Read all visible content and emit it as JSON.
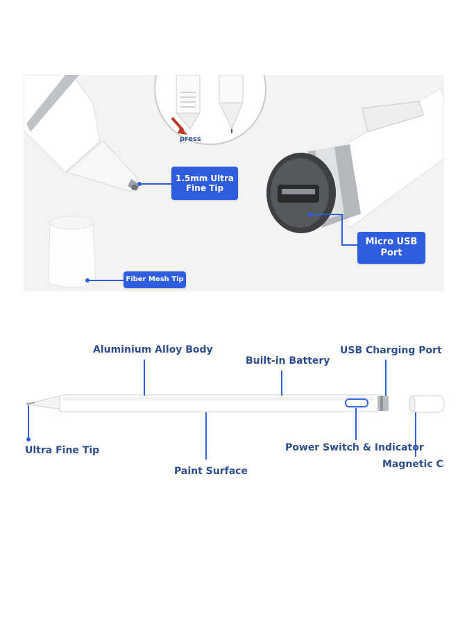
{
  "closeups": {
    "press_label": "press",
    "tip_badge": "1.5mm Ultra Fine Tip",
    "usb_badge": "Micro USB Port",
    "mesh_badge": "Fiber Mesh Tip"
  },
  "diagram": {
    "aluminium": "Aluminium Alloy Body",
    "battery": "Built-in Battery",
    "usb_port": "USB Charging Port",
    "tip": "Ultra Fine Tip",
    "paint": "Paint Surface",
    "power": "Power Switch & Indicator",
    "cap": "Magnetic Cap"
  },
  "colors": {
    "accent": "#2f5de0",
    "label": "#2d4d8e"
  }
}
